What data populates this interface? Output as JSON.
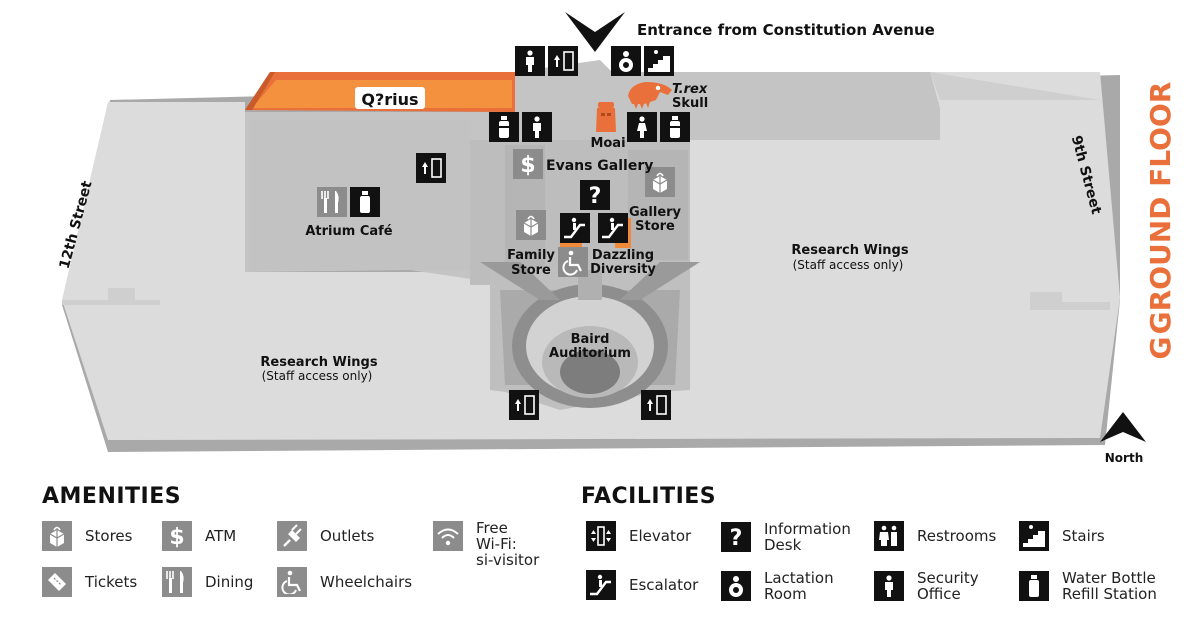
{
  "map": {
    "entrance_label": "Entrance from Constitution Avenue",
    "floor_badge": "G",
    "floor_title": "GROUND FLOOR",
    "north_label": "North",
    "streets": {
      "west": "12th Street",
      "east": "9th Street"
    },
    "qrius_logo": "Q?rius",
    "places": {
      "trex": "T.rex",
      "trex_2": "Skull",
      "moai": "Moai",
      "evans": "Evans Gallery",
      "atrium": "Atrium Café",
      "family": "Family",
      "family_2": "Store",
      "gallery_store": "Gallery",
      "gallery_store_2": "Store",
      "dazzling": "Dazzling",
      "dazzling_2": "Diversity",
      "auditorium": "Baird",
      "auditorium_2": "Auditorium",
      "research_east": "Research Wings",
      "research_east_sub": "(Staff access only)",
      "research_west": "Research Wings",
      "research_west_sub": "(Staff access only)"
    },
    "colors": {
      "accent": "#e9703a",
      "building": "#d9d9d9",
      "floor": "#c8c8c8",
      "icon_grey": "#8c8c8c",
      "icon_black": "#111111"
    }
  },
  "amenities": {
    "title": "AMENITIES",
    "items": [
      {
        "label": "Stores",
        "icon": "store-icon"
      },
      {
        "label": "ATM",
        "icon": "atm-icon"
      },
      {
        "label": "Outlets",
        "icon": "outlet-icon"
      },
      {
        "label": "Free\nWi-Fi:\nsi-visitor",
        "icon": "wifi-icon"
      },
      {
        "label": "Tickets",
        "icon": "ticket-icon"
      },
      {
        "label": "Dining",
        "icon": "dining-icon"
      },
      {
        "label": "Wheelchairs",
        "icon": "wheelchair-icon"
      }
    ]
  },
  "facilities": {
    "title": "FACILITIES",
    "items": [
      {
        "label": "Elevator",
        "icon": "elevator-icon"
      },
      {
        "label": "Information\nDesk",
        "icon": "information-icon"
      },
      {
        "label": "Restrooms",
        "icon": "restroom-icon"
      },
      {
        "label": "Stairs",
        "icon": "stairs-icon"
      },
      {
        "label": "Escalator",
        "icon": "escalator-icon"
      },
      {
        "label": "Lactation\nRoom",
        "icon": "lactation-icon"
      },
      {
        "label": "Security\nOffice",
        "icon": "security-icon"
      },
      {
        "label": "Water Bottle\nRefill Station",
        "icon": "water-bottle-icon"
      }
    ]
  }
}
